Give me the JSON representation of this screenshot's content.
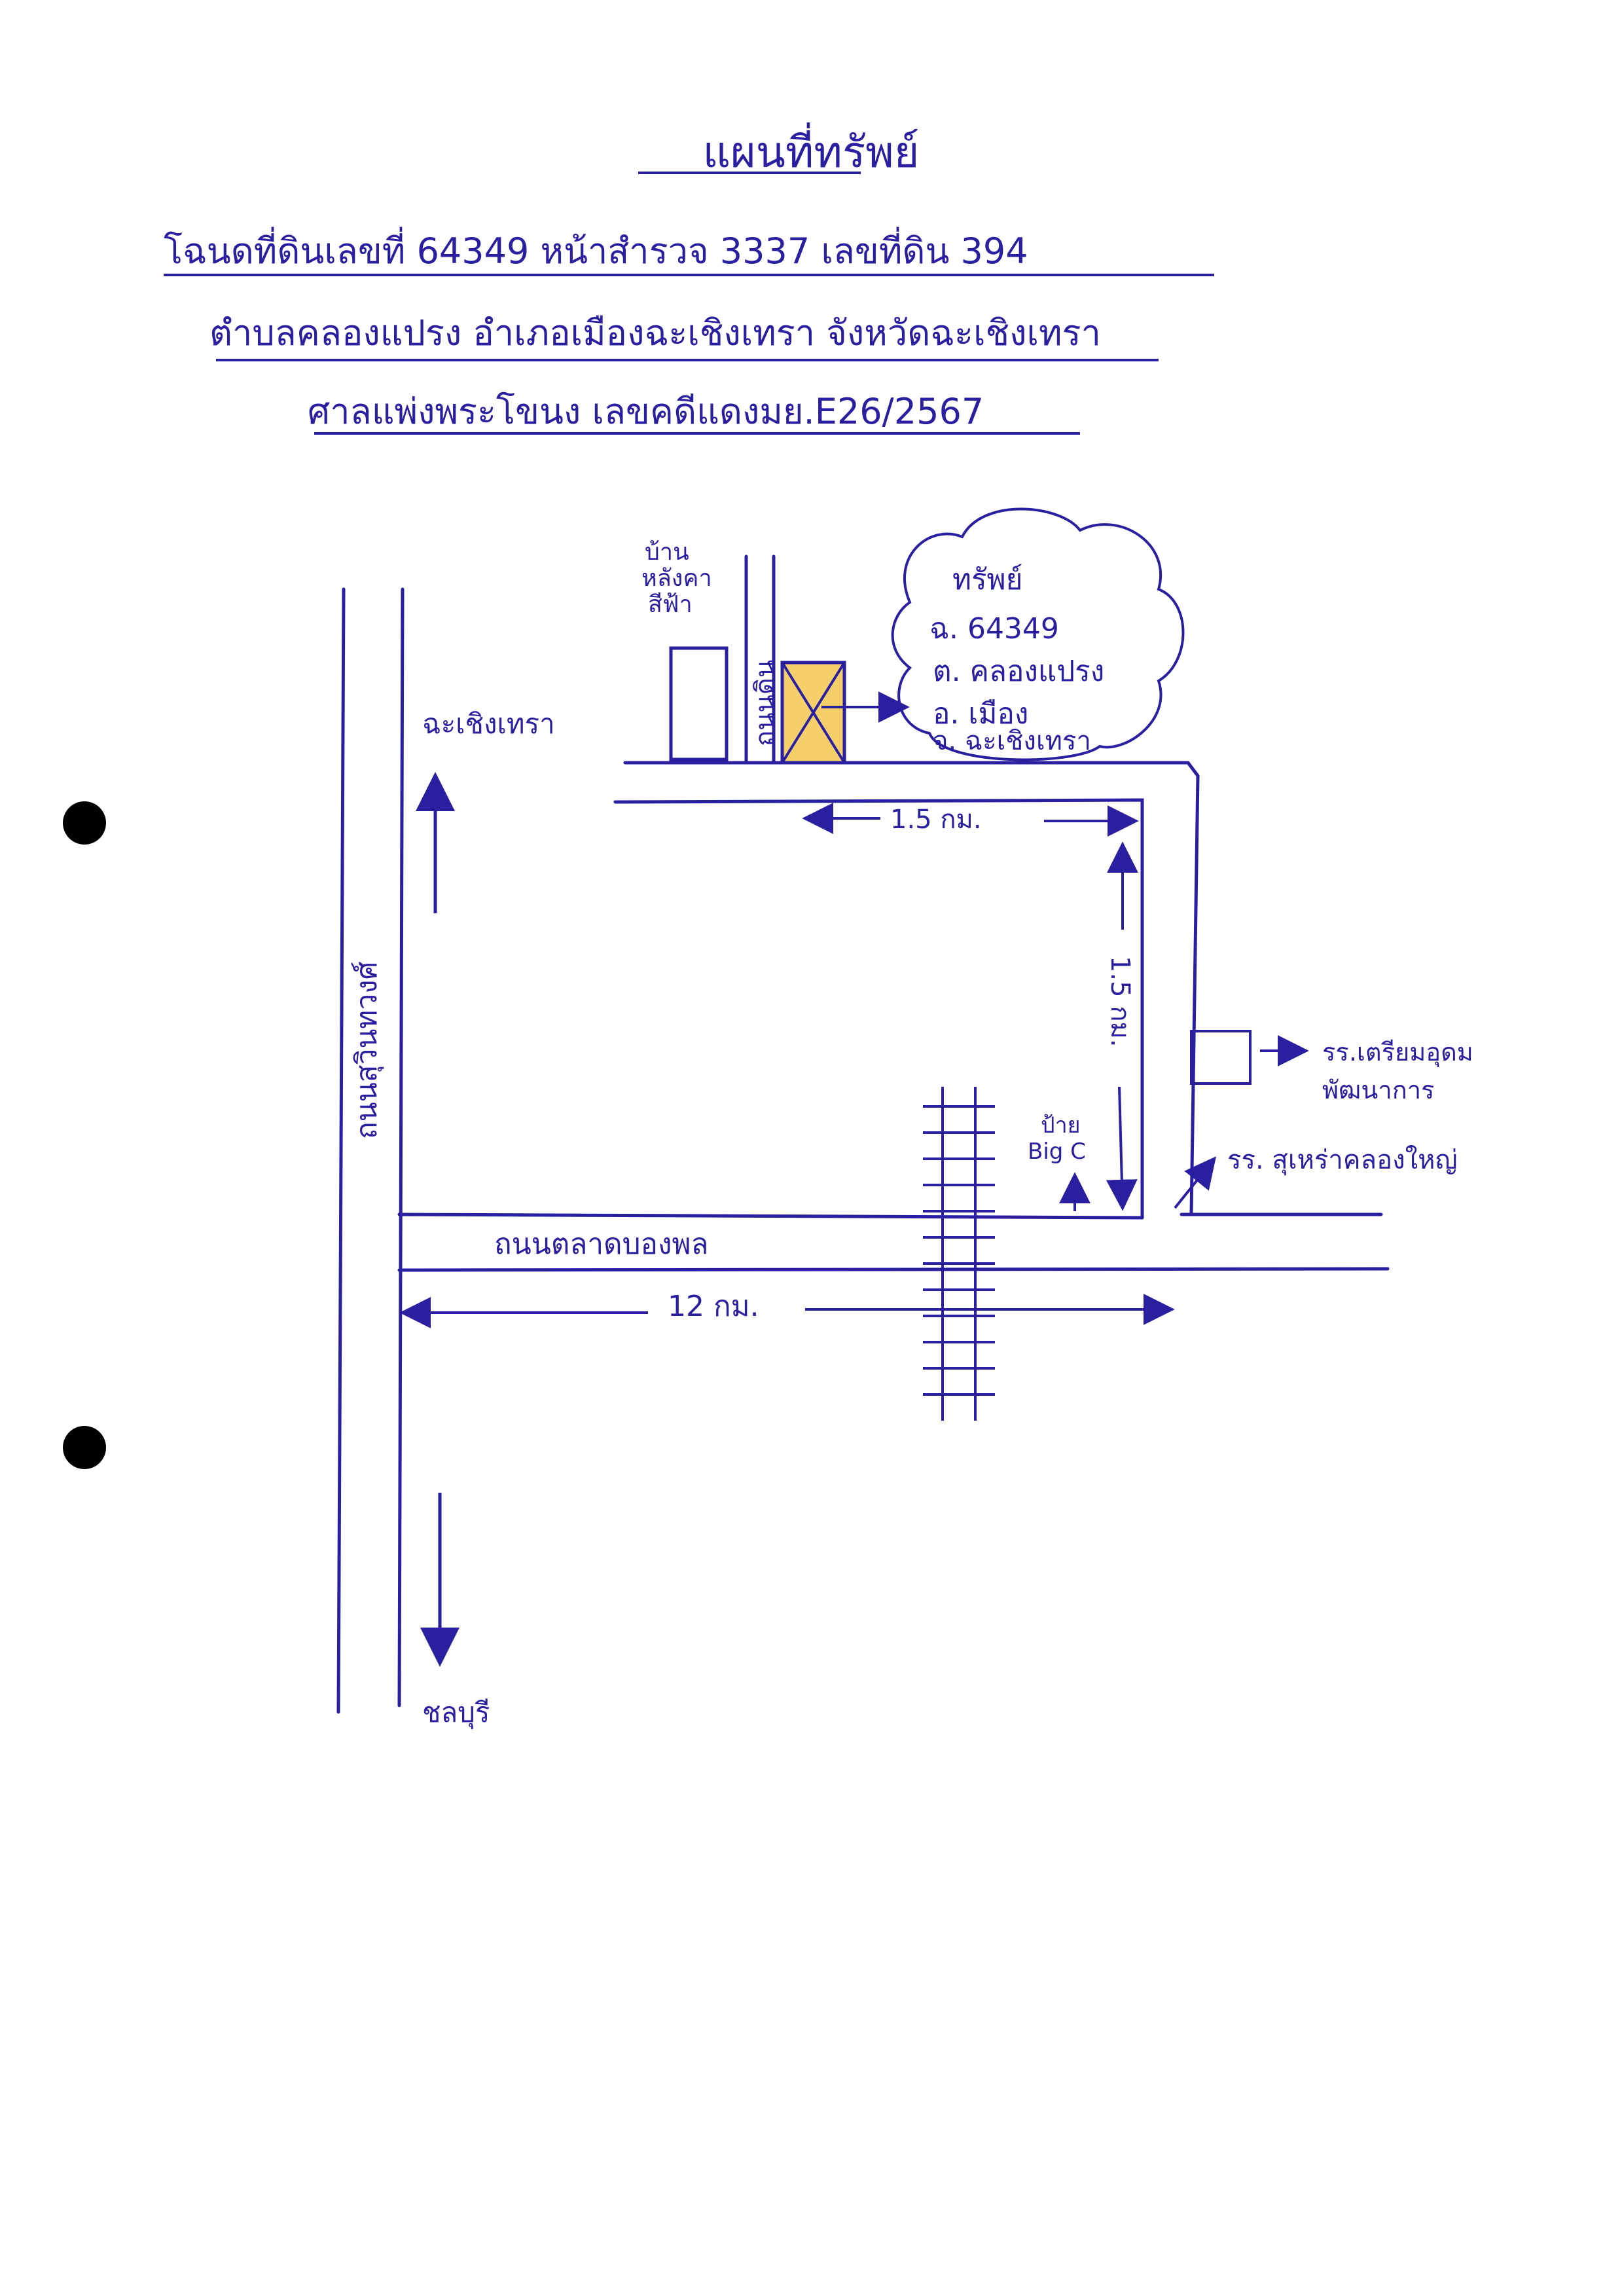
{
  "header": {
    "title": "แผนที่ทรัพย์",
    "line1": "โฉนดที่ดินเลขที่  64349    หน้าสำรวจ  3337    เลขที่ดิน  394",
    "line2": "ตำบลคลองแปรง   อำเภอเมืองฉะเชิงเทรา   จังหวัดฉะเชิงเทรา",
    "line3": "ศาลแพ่งพระโขนง   เลขคดีแดงมย.E26/2567"
  },
  "map": {
    "landmark_top": "บ้าน\nหลังคา\nสีฟ้า",
    "side_road": "ถนนดิน",
    "property_label": {
      "heading": "ทรัพย์",
      "deed": "ฉ. 64349",
      "tambon": "ต. คลองแปรง",
      "amphoe": "อ. เมือง",
      "changwat": "จ. ฉะเชิงเทรา"
    },
    "north_direction": "ฉะเชิงเทรา",
    "south_direction": "ชลบุรี",
    "main_road_vertical": "ถนนสุวินทวงศ์",
    "main_road_horizontal": "ถนนตลาดบองพล",
    "distance_top": "1.5 กม.",
    "distance_right": "1.5 กม.",
    "distance_bottom": "12 กม.",
    "bigc_label": "ป้าย\nBig C",
    "school1": "รร.เตรียมอุดม\nพัฒนาการ",
    "school2": "รร. สุเหร่าคลองใหญ่"
  },
  "colors": {
    "ink": "#2a1fa0",
    "highlight": "#f4cf6a",
    "paper": "#ffffff"
  }
}
